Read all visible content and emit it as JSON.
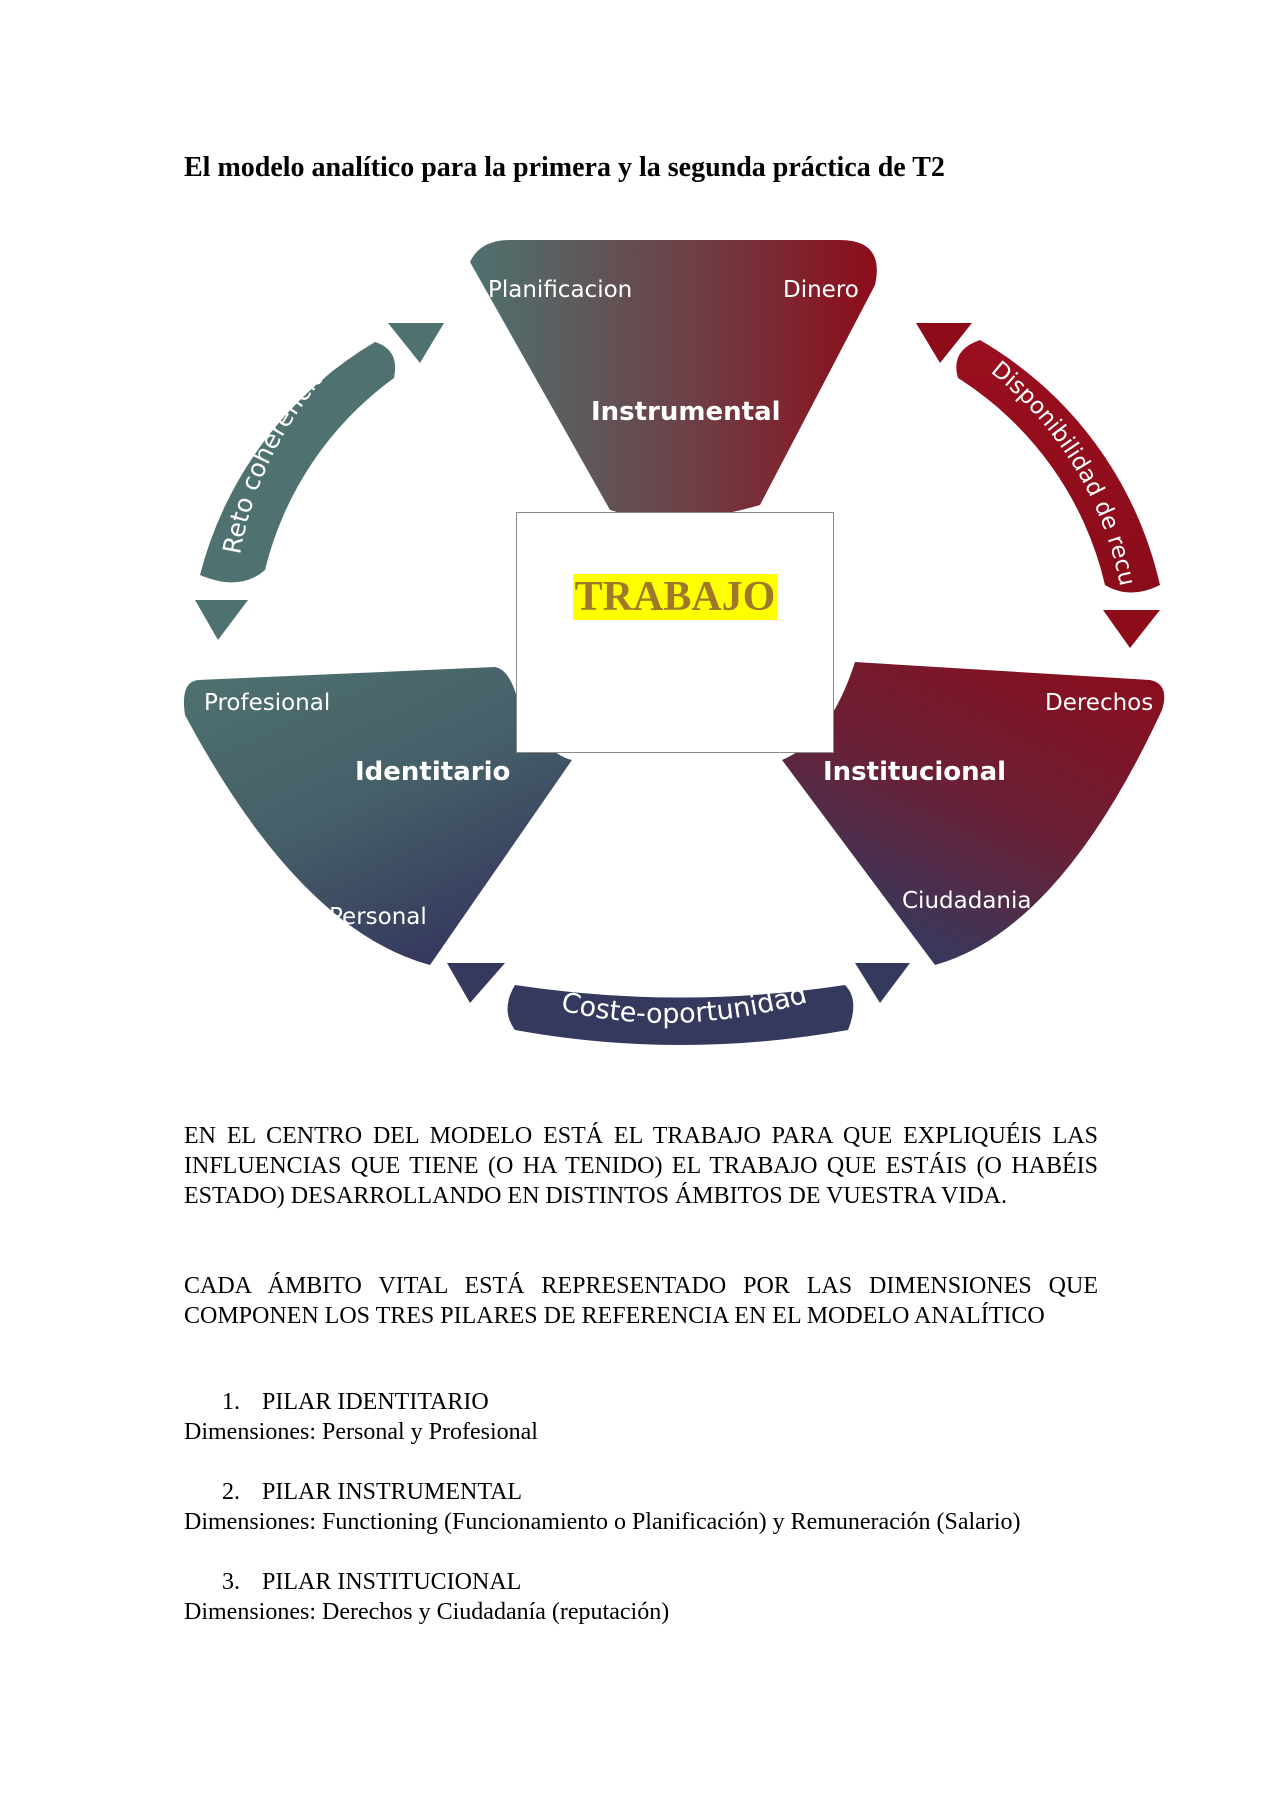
{
  "document": {
    "title": "El modelo analítico para la primera y la segunda práctica de T2"
  },
  "diagram": {
    "center_label": "TRABAJO",
    "center_highlight_color": "#ffff00",
    "center_text_color": "#a0782a",
    "segments": {
      "top": {
        "title": "Instrumental",
        "left_label": "Planificacion",
        "right_label": "Dinero"
      },
      "left": {
        "title": "Identitario",
        "top_label": "Profesional",
        "bottom_label": "Personal"
      },
      "right": {
        "title": "Institucional",
        "top_label": "Derechos",
        "bottom_label": "Ciudadania"
      }
    },
    "arcs": {
      "left": "Reto coherencia",
      "right": "Disponibilidad de recursos",
      "bottom": "Coste-oportunidad"
    },
    "colors": {
      "teal": "#4f7270",
      "red": "#8e0c1a",
      "navy": "#36395e"
    }
  },
  "body": {
    "paragraph_1": "EN EL CENTRO DEL MODELO ESTÁ EL TRABAJO PARA QUE EXPLIQUÉIS LAS INFLUENCIAS QUE TIENE (O HA TENIDO) EL TRABAJO QUE ESTÁIS (O HABÉIS ESTADO) DESARROLLANDO EN DISTINTOS ÁMBITOS DE VUESTRA VIDA.",
    "paragraph_2": "CADA ÁMBITO VITAL ESTÁ REPRESENTADO POR LAS DIMENSIONES QUE COMPONEN LOS TRES PILARES DE REFERENCIA EN EL MODELO ANALÍTICO",
    "pillars": [
      {
        "number": "1.",
        "name": "PILAR IDENTITARIO",
        "dimensions": "Dimensiones: Personal y Profesional"
      },
      {
        "number": "2.",
        "name": "PILAR INSTRUMENTAL",
        "dimensions": "Dimensiones: Functioning (Funcionamiento o Planificación) y Remuneración (Salario)"
      },
      {
        "number": "3.",
        "name": "PILAR INSTITUCIONAL",
        "dimensions": "Dimensiones: Derechos y Ciudadanía (reputación)"
      }
    ]
  }
}
